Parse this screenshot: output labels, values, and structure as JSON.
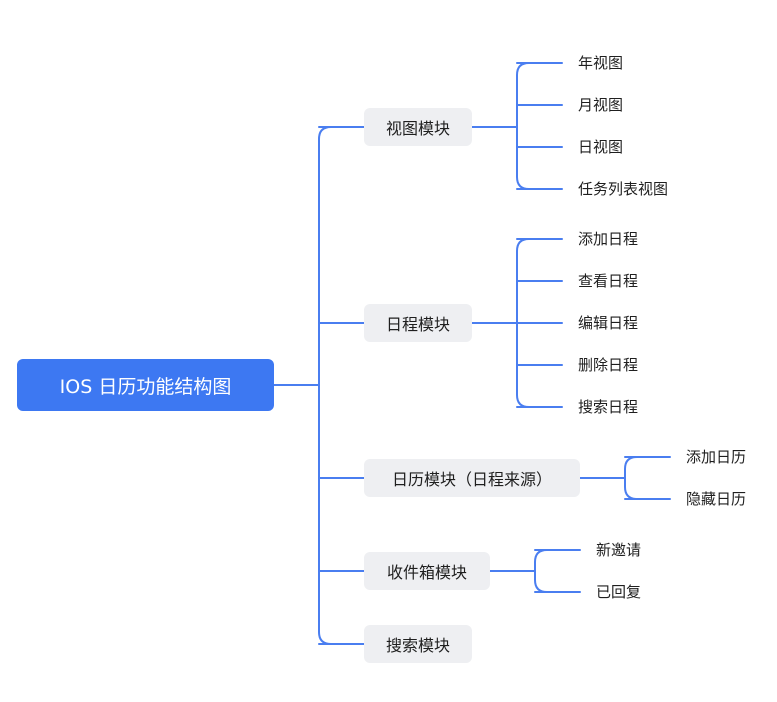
{
  "root": {
    "label": "IOS 日历功能结构图"
  },
  "modules": [
    {
      "label": "视图模块",
      "children": [
        "年视图",
        "月视图",
        "日视图",
        "任务列表视图"
      ]
    },
    {
      "label": "日程模块",
      "children": [
        "添加日程",
        "查看日程",
        "编辑日程",
        "删除日程",
        "搜索日程"
      ]
    },
    {
      "label": "日历模块（日程来源）",
      "children": [
        "添加日历",
        "隐藏日历"
      ]
    },
    {
      "label": "收件箱模块",
      "children": [
        "新邀请",
        "已回复"
      ]
    },
    {
      "label": "搜索模块",
      "children": []
    }
  ],
  "colors": {
    "root_fill": "#3d78f2",
    "connector": "#4a7ef0",
    "module_fill": "#eeeff2"
  }
}
